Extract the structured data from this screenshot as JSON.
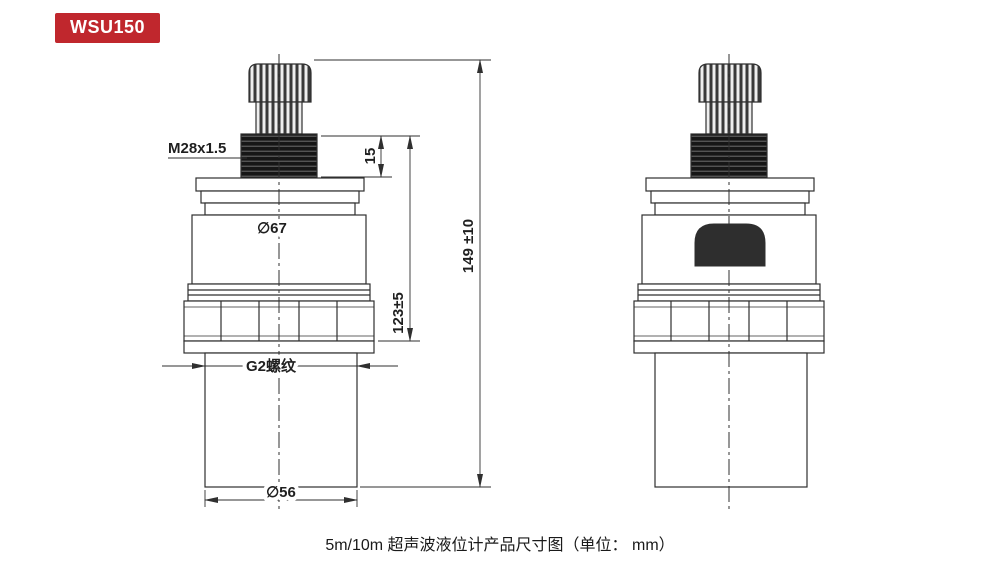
{
  "badge": {
    "label": "WSU150"
  },
  "caption": {
    "text": "5m/10m 超声波液位计产品尺寸图（单位： mm）"
  },
  "dimensions": {
    "thread_spec": "M28x1.5",
    "gland_thread_height": "15",
    "body_diameter": "∅67",
    "body_height": "123±5",
    "overall_height": "149 ±10",
    "mount_thread": "G2螺纹",
    "transducer_diameter": "∅56"
  },
  "colors": {
    "badge_bg": "#c0272d",
    "badge_text": "#ffffff",
    "line": "#2f2f2f"
  }
}
